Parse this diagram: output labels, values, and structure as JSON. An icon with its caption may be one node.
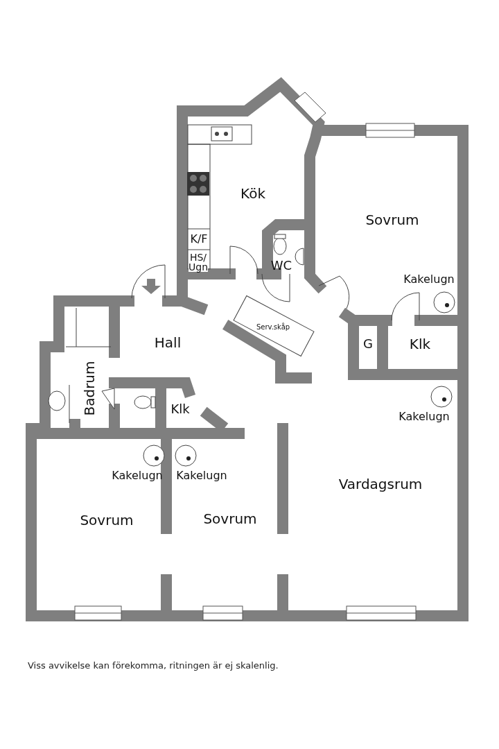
{
  "diagram": {
    "caption": "Viss avvikelse kan förekomma, ritningen är ej skalenlig.",
    "labels": [
      "Kök",
      "Sovrum",
      "K/F",
      "HS/ Ugn",
      "WC",
      "Kakelugn",
      "Serv.skåp",
      "Hall",
      "G",
      "Klk",
      "Badrum",
      "Klk",
      "Kakelugn",
      "Kakelugn",
      "Kakelugn",
      "Vardagsrum",
      "Sovrum",
      "Sovrum"
    ]
  }
}
